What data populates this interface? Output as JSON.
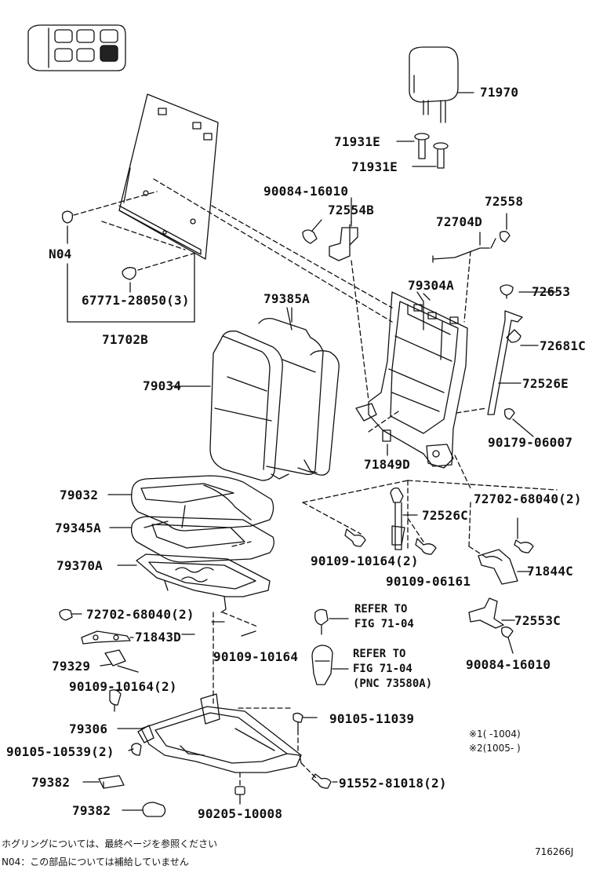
{
  "callouts": {
    "c71970": "71970",
    "c71931e_1": "71931E",
    "c71931e_2": "71931E",
    "c90084_16010_top": "90084-16010",
    "c72554b": "72554B",
    "c72558": "72558",
    "c72704d": "72704D",
    "n04": "N04",
    "c67771": "67771-28050(3)",
    "c71702b": "71702B",
    "c79385a": "79385A",
    "c79304a": "79304A",
    "c72653": "72653",
    "c72681c": "72681C",
    "c79034": "79034",
    "c72526e": "72526E",
    "c90179": "90179-06007",
    "c71849d": "71849D",
    "c79032": "79032",
    "c72702_right": "72702-68040(2)",
    "c72526c": "72526C",
    "c79345a": "79345A",
    "c79370a": "79370A",
    "c90109_10164_2_mid": "90109-10164(2)",
    "c90109_06161": "90109-06161",
    "c71844c": "71844C",
    "c72702_left": "72702-68040(2)",
    "c71843d": "71843D",
    "c72553c": "72553C",
    "c90109_10164_single": "90109-10164",
    "c79329": "79329",
    "c90084_16010_bottom": "90084-16010",
    "c90109_10164_2_low": "90109-10164(2)",
    "c79306": "79306",
    "c90105_11039": "90105-11039",
    "c90105_10539": "90105-10539(2)",
    "c79382_1": "79382",
    "c91552": "91552-81018(2)",
    "c79382_2": "79382",
    "c90205": "90205-10008"
  },
  "refer": {
    "r1_line1": "REFER TO",
    "r1_line2": "FIG 71-04",
    "r2_line1": "REFER TO",
    "r2_line2": "FIG 71-04",
    "r2_line3": "(PNC 73580A)"
  },
  "footnotes": {
    "n1": "※1(      -1004)",
    "n2": "※2(1005-      )",
    "jp1": "ホグリングについては、最終ページを参照ください",
    "jp2": "N04：この部品については補給していません",
    "fig_id": "716266J"
  },
  "icons": {
    "vehicle": "seat-position-diagram-icon"
  },
  "colors": {
    "ink": "#111111",
    "highlight": "#222222"
  }
}
